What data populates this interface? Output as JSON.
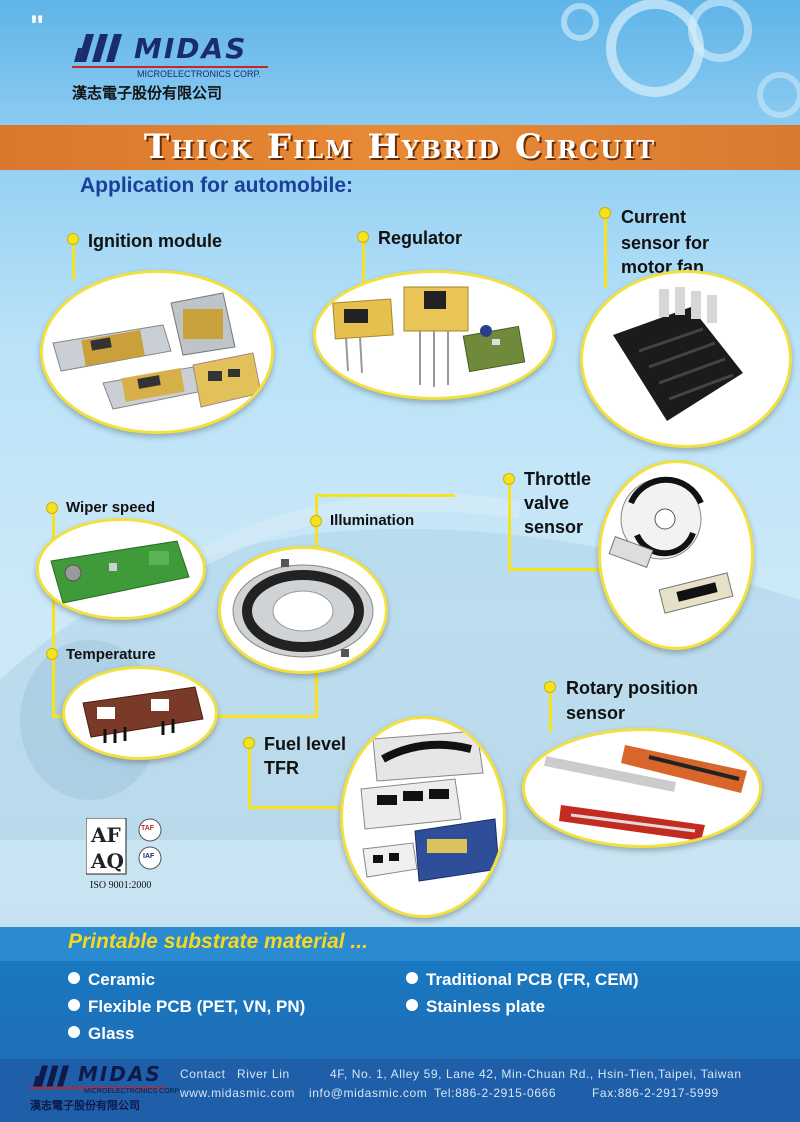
{
  "header": {
    "brand": "MIDAS",
    "brand_sub": "MICROELECTRONICS CORP.",
    "brand_cn": "漢志電子股份有限公司",
    "title": "Thick Film Hybrid Circuit",
    "subtitle": "Application for automobile:"
  },
  "applications": {
    "ignition": "Ignition module",
    "regulator": "Regulator",
    "current_1": "Current",
    "current_2": "sensor for",
    "current_3": "motor fan",
    "wiper": "Wiper speed",
    "illumination": "Illumination",
    "throttle_1": "Throttle",
    "throttle_2": "valve",
    "throttle_3": "sensor",
    "temperature": "Temperature",
    "rotary_1": "Rotary position",
    "rotary_2": "sensor",
    "fuel_1": "Fuel level",
    "fuel_2": "TFR"
  },
  "certification": {
    "iso": "ISO 9001:2000",
    "taf": "TAF",
    "iaf": "IAF"
  },
  "substrate": {
    "title": "Printable substrate material ...",
    "items_left": [
      "Ceramic",
      "Flexible PCB (PET, VN, PN)",
      "Glass"
    ],
    "items_right": [
      "Traditional PCB (FR, CEM)",
      "Stainless plate"
    ]
  },
  "footer": {
    "brand": "MIDAS",
    "brand_sub": "MICROELECTRONICS CORP.",
    "brand_cn": "漢志電子股份有限公司",
    "contact_label": "Contact",
    "contact_name": "River Lin",
    "address": "4F, No. 1, Alley 59, Lane 42, Min-Chuan Rd., Hsin-Tien,Taipei, Taiwan",
    "website": "www.midasmic.com",
    "email": "info@midasmic.com",
    "tel": "Tel:886-2-2915-0666",
    "fax": "Fax:886-2-2917-5999"
  },
  "colors": {
    "accent_orange": "#e88a35",
    "brand_blue": "#1a2c6e",
    "highlight_yellow": "#f7e21f",
    "band_blue": "#1977bf"
  }
}
